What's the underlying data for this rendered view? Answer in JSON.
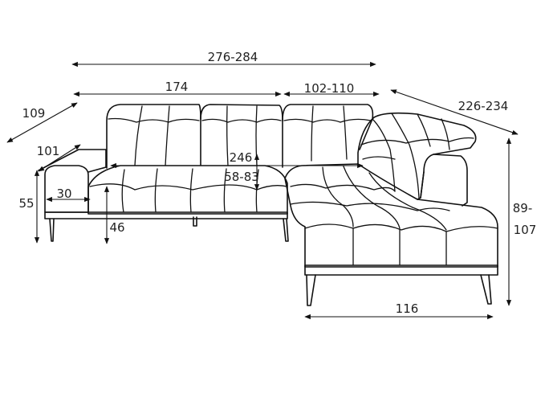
{
  "dimensions": {
    "overall_width": "276-284",
    "left_section": "174",
    "chaise_section": "102-110",
    "chaise_length": "226-234",
    "depth": "109",
    "armrest_depth": "101",
    "armrest_height": "55",
    "armrest_width": "30",
    "seat_height": "46",
    "seat_width": "246",
    "seat_depth": "58-83",
    "height_top": "89-",
    "height_bottom": "107",
    "chaise_width": "116"
  },
  "colors": {
    "line": "#111111",
    "background": "#ffffff"
  }
}
